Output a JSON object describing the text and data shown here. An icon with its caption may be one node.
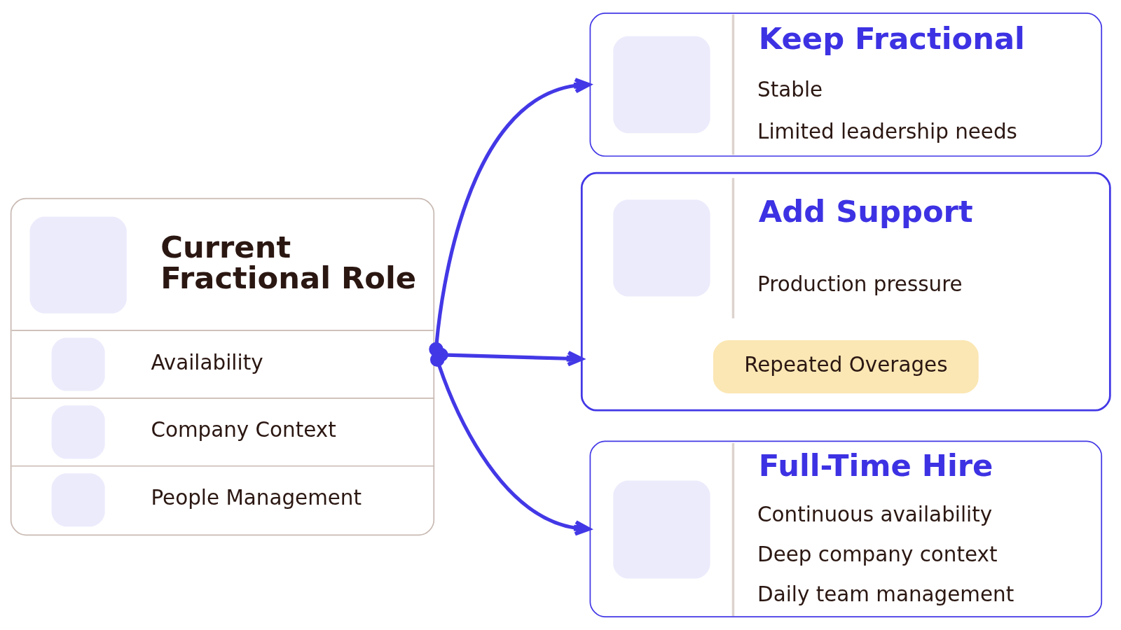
{
  "diagram": {
    "nodes": [
      {
        "text": [
          "Current Fractional Role",
          "Availability",
          "Company Context",
          "People Management"
        ]
      },
      {
        "text": [
          "Keep Fractional",
          "Stable",
          "Limited leadership needs"
        ]
      },
      {
        "text": [
          "Add Support",
          "Production pressure"
        ]
      },
      {
        "text": [
          "Repeated Overages"
        ],
        "in": 2
      },
      {
        "text": [
          "Full-Time Hire",
          "Continuous availability",
          "Deep company context",
          "Daily team management"
        ]
      }
    ],
    "edges": [
      {
        "from": 0,
        "to": 1,
        "arrow": "to"
      },
      {
        "from": 0,
        "to": 2,
        "arrow": "to"
      },
      {
        "from": 0,
        "to": 4,
        "arrow": "to"
      }
    ]
  }
}
